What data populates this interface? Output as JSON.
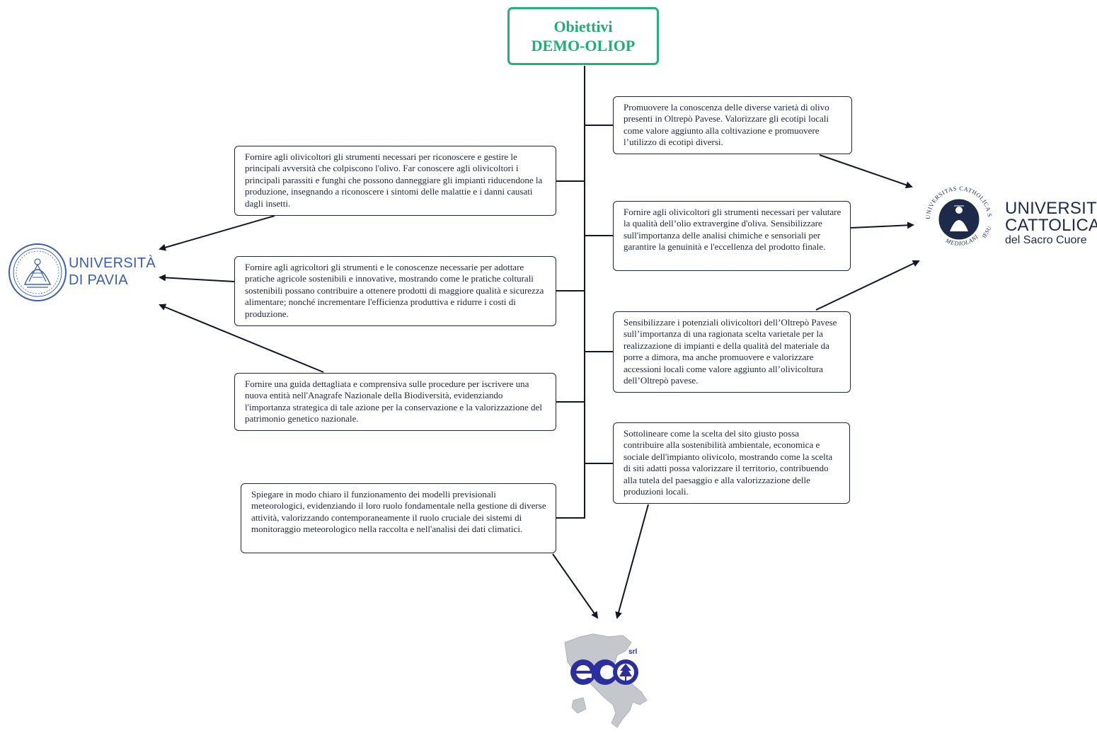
{
  "title": {
    "line1": "Obiettivi",
    "line2": "DEMO-OLIOP"
  },
  "left_boxes": [
    "Fornire agli olivicoltori gli strumenti necessari per riconoscere e gestire le principali avversità che colpiscono l'olivo. Far conoscere agli olivicoltori i principali parassiti e funghi che possono danneggiare gli impianti riducendone la produzione, insegnando a riconoscere i sintomi delle malattie e i danni causati dagli insetti.",
    "Fornire agli agricoltori gli strumenti e le conoscenze necessarie per adottare pratiche agricole sostenibili e innovative, mostrando come le pratiche colturali sostenibili possano contribuire a ottenere prodotti di maggiore qualità e sicurezza alimentare; nonché incrementare l'efficienza produttiva e ridurre i costi di produzione.",
    "Fornire una guida dettagliata e comprensiva sulle procedure per iscrivere una nuova entità nell'Anagrafe Nazionale della Biodiversità, evidenziando l'importanza strategica di tale azione per la conservazione e la valorizzazione del patrimonio genetico nazionale.",
    "Spiegare in modo chiaro il funzionamento dei modelli previsionali meteorologici, evidenziando il loro ruolo fondamentale nella gestione di diverse attività, valorizzando contemporaneamente il ruolo cruciale dei sistemi di monitoraggio meteorologico nella raccolta e nell'analisi dei dati climatici."
  ],
  "right_boxes": [
    "Promuovere la conoscenza delle diverse varietà di olivo presenti in Oltrepò Pavese. Valorizzare gli ecotipi locali come valore aggiunto alla coltivazione e promuovere l’utilizzo di ecotipi diversi.",
    "Fornire agli olivicoltori gli strumenti necessari per valutare la qualità dell’olio extravergine d'oliva. Sensibilizzare sull'importanza delle analisi chimiche e sensoriali per garantire la genuinità e l'eccellenza del prodotto finale.",
    "Sensibilizzare i potenziali olivicoltori dell’Oltrepò Pavese sull’importanza di una ragionata scelta varietale per la realizzazione di impianti e della qualità del materiale da porre a dimora, ma anche promuovere e valorizzare accessioni locali come valore aggiunto all’olivicoltura dell’Oltrepò pavese.",
    "Sottolineare come la scelta del sito giusto possa contribuire alla sostenibilità ambientale, economica e sociale dell'impianto olivicolo, mostrando come la scelta di siti adatti possa valorizzare il territorio, contribuendo alla tutela del paesaggio e alla valorizzazione delle produzioni locali."
  ],
  "logos": {
    "unipv": {
      "line1": "UNIVERSITÀ",
      "line2": "DI PAVIA",
      "color": "#3a5fb0"
    },
    "unicatt": {
      "line1": "UNIVERSITÀ",
      "line2": "CATTOLICA",
      "line3": "del Sacro Cuore",
      "seal_top": "UNIVERSITAS CATHOLICA SACRI CORDIS",
      "seal_bottom": "MEDIOLANI",
      "seal_right": "IESU",
      "color": "#1e2a4a"
    },
    "eco": {
      "srl": "srl",
      "color": "#2b2f9e"
    }
  },
  "colors": {
    "title_border": "#22b37a",
    "box_border": "#1f2440",
    "connector": "#111628"
  }
}
